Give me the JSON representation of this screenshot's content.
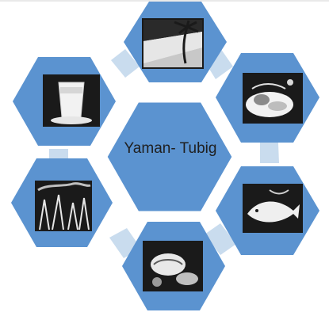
{
  "diagram": {
    "center_label": "Yaman- Tubig",
    "colors": {
      "hex_fill": "#5b93d0",
      "hex_stroke": "#ffffff",
      "connector": "#c9dcee",
      "tile_dark": "#1a1a1a",
      "tile_light": "#f2f2f2"
    },
    "tiles": [
      {
        "position": "top",
        "icon": "beach-palm-icon"
      },
      {
        "position": "upper-right",
        "icon": "seafood-platter-icon"
      },
      {
        "position": "lower-right",
        "icon": "fish-catch-icon"
      },
      {
        "position": "bottom",
        "icon": "shellfish-icon"
      },
      {
        "position": "lower-left",
        "icon": "underwater-reef-icon"
      },
      {
        "position": "upper-left",
        "icon": "water-glass-icon"
      }
    ]
  }
}
